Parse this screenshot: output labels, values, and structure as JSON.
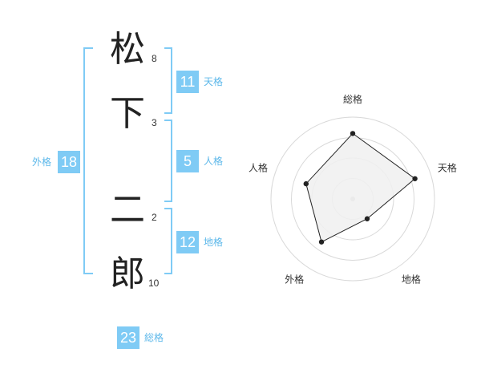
{
  "name": {
    "chars": [
      {
        "char": "松",
        "strokes": "8"
      },
      {
        "char": "下",
        "strokes": "3"
      },
      {
        "char": "二",
        "strokes": "2"
      },
      {
        "char": "郎",
        "strokes": "10"
      }
    ]
  },
  "fortunes": {
    "tenkaku": {
      "value": "11",
      "label": "天格"
    },
    "jinkaku": {
      "value": "5",
      "label": "人格"
    },
    "chikaku": {
      "value": "12",
      "label": "地格"
    },
    "gaikaku": {
      "value": "18",
      "label": "外格"
    },
    "soukaku": {
      "value": "23",
      "label": "総格"
    }
  },
  "chart_data": {
    "type": "radar",
    "axes": [
      "総格",
      "天格",
      "地格",
      "外格",
      "人格"
    ],
    "values": [
      0.8,
      0.8,
      0.3,
      0.65,
      0.6
    ],
    "rings": 4,
    "colors": {
      "fill": "#f0f0f0",
      "stroke": "#222222",
      "grid": "#d9d9d9"
    }
  }
}
